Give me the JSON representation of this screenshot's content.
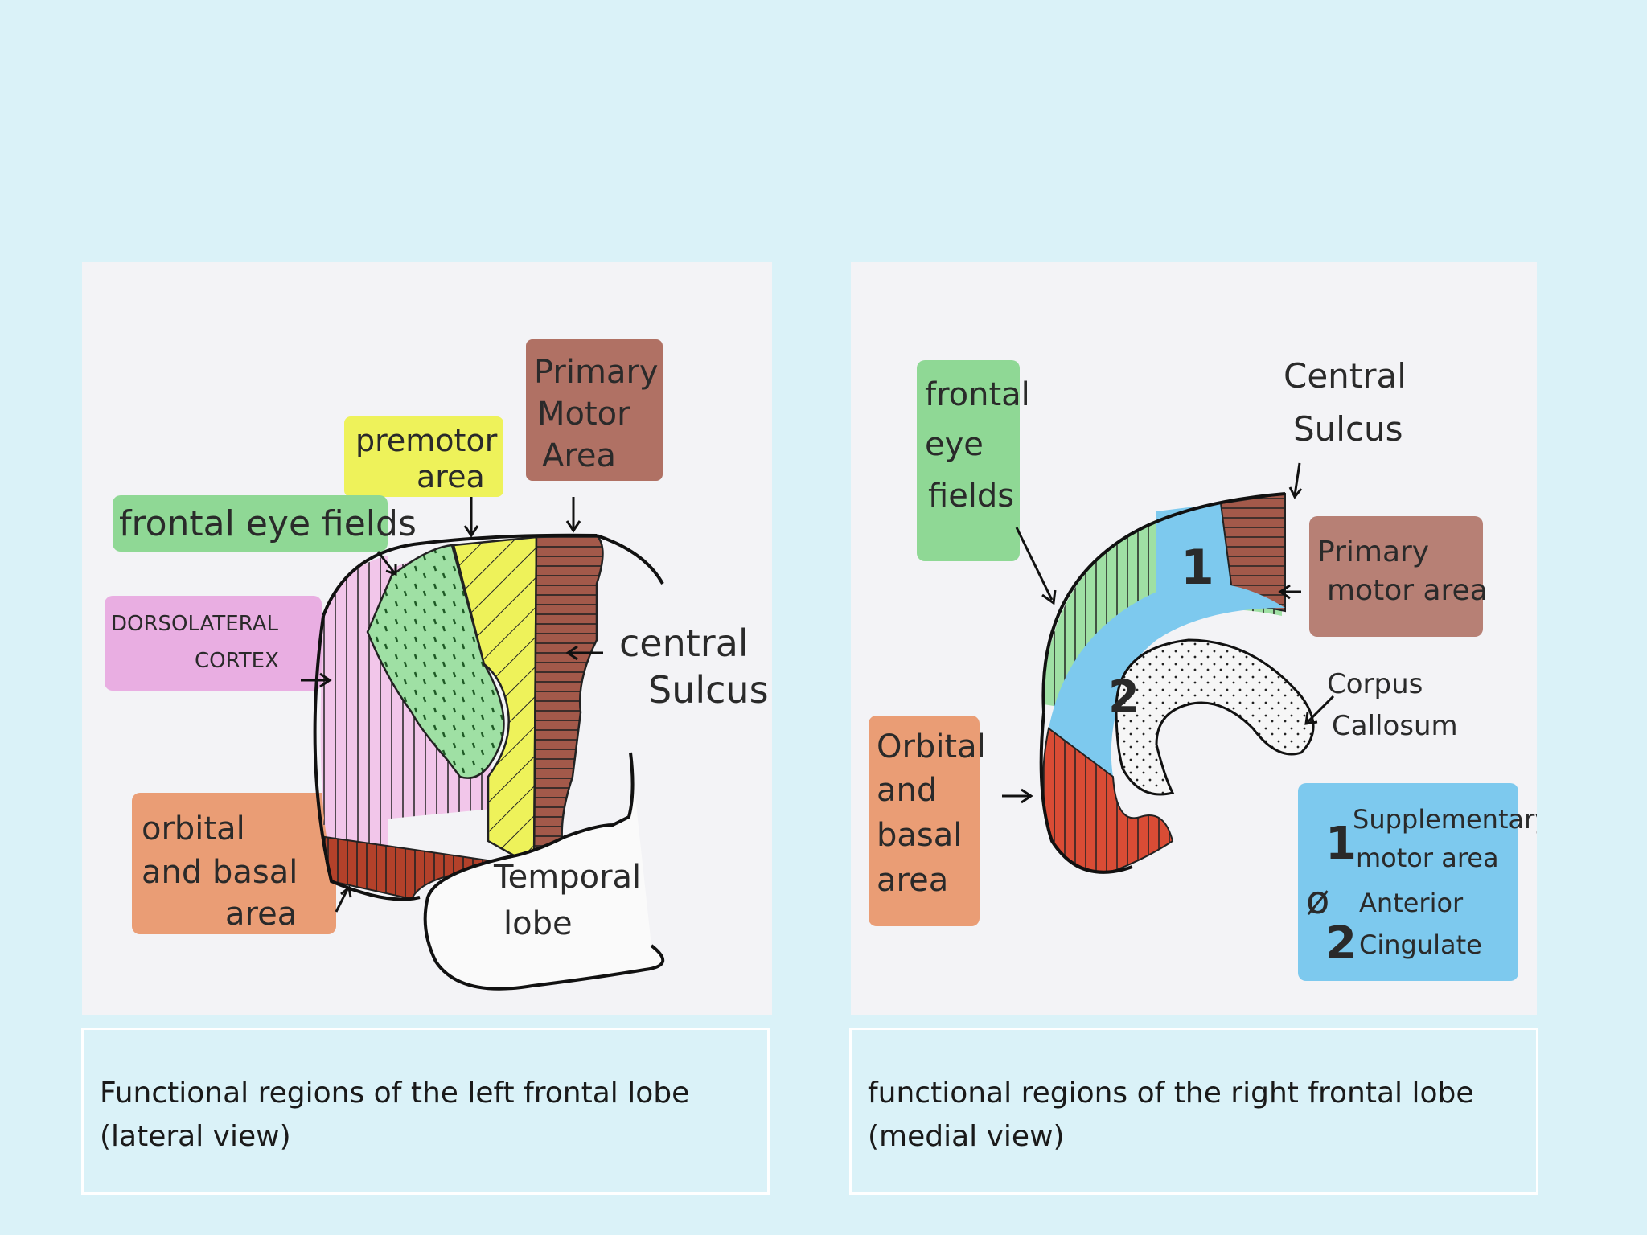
{
  "left": {
    "labels": {
      "primary_motor": [
        "Primary",
        "Motor",
        "Area"
      ],
      "premotor": [
        "premotor",
        "area"
      ],
      "frontal_eye": "frontal eye fields",
      "dorsolateral": [
        "DORSOLATERAL",
        "CORTEX"
      ],
      "central_sulcus": [
        "central",
        "Sulcus"
      ],
      "orbital": [
        "orbital",
        "and basal",
        "area"
      ],
      "temporal": [
        "Temporal",
        "lobe"
      ]
    },
    "caption": [
      "Functional regions of the left frontal lobe",
      "(lateral view)"
    ]
  },
  "right": {
    "labels": {
      "frontal_eye": [
        "frontal",
        "eye",
        "fields"
      ],
      "central_sulcus": [
        "Central",
        "Sulcus"
      ],
      "primary_motor": [
        "Primary",
        "motor area"
      ],
      "corpus": [
        "Corpus",
        "Callosum"
      ],
      "orbital": [
        "Orbital",
        "and",
        "basal",
        "area"
      ],
      "marker_1": "1",
      "marker_2": "2",
      "legend": {
        "n1": "1",
        "t1": [
          "Supplementary",
          "motor area"
        ],
        "n2": "2",
        "t2": [
          "Anterior",
          "Cingulate"
        ],
        "symbol": "ø"
      }
    },
    "caption": [
      "functional regions of the right frontal lobe",
      "(medial view)"
    ]
  },
  "colors": {
    "background": "#daf2f8",
    "primary_motor": "#a3594a",
    "premotor": "#eef25a",
    "frontal_eye": "#8fd895",
    "dorsolateral": "#e9aee2",
    "orbital": "#e78d5e",
    "legend": "#7dc9ee"
  }
}
